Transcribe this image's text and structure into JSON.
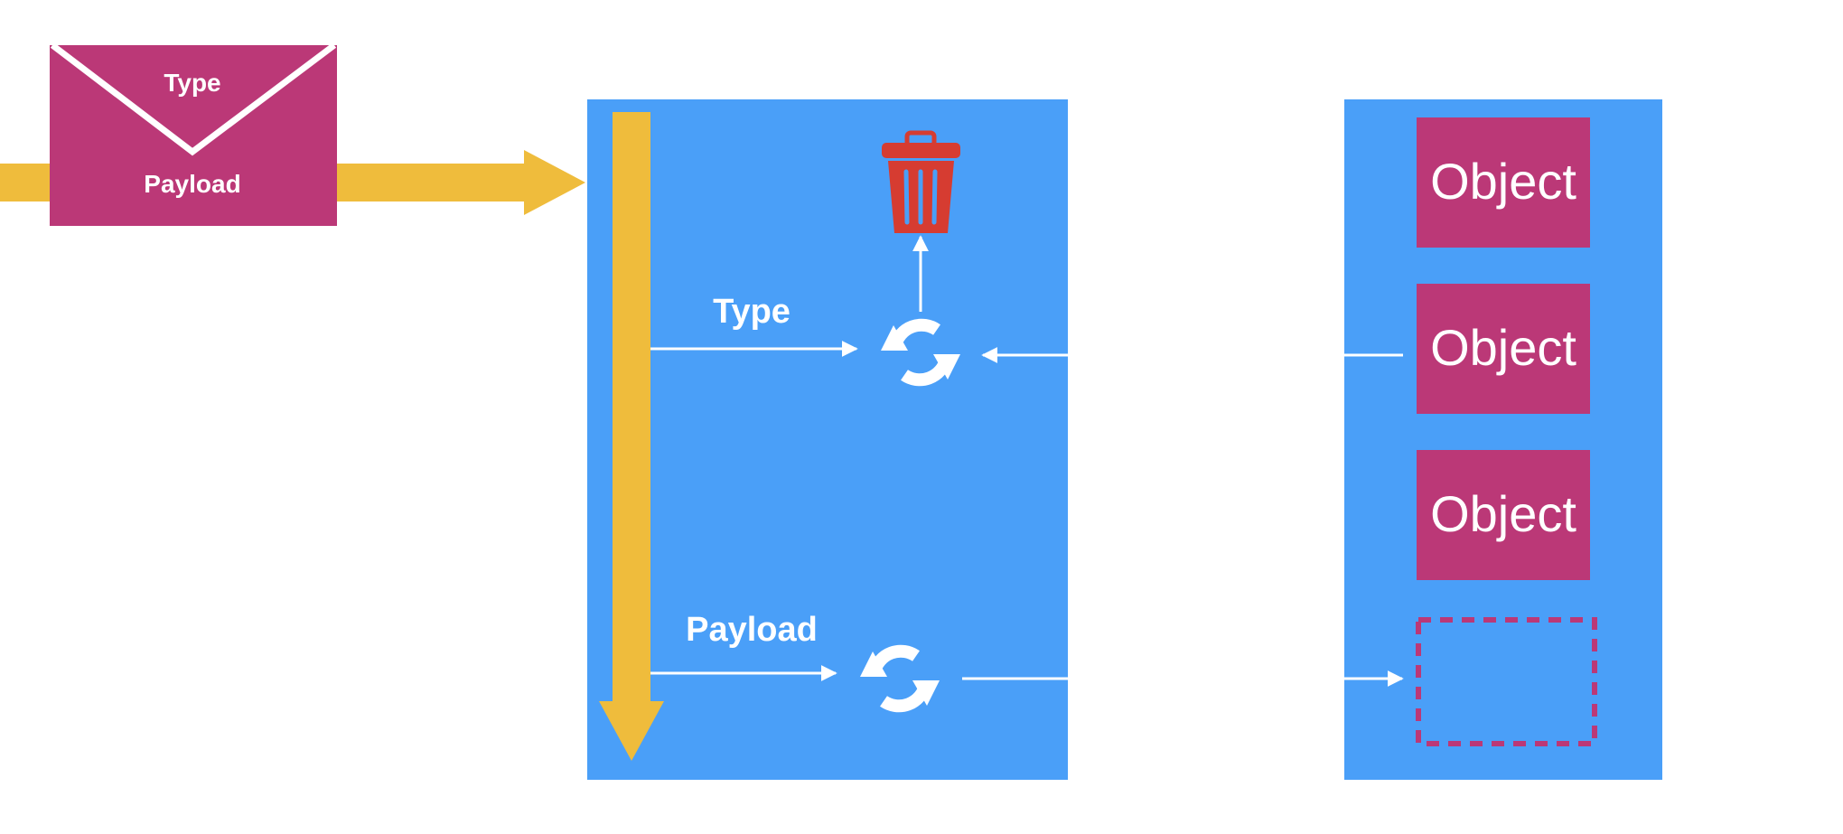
{
  "envelope": {
    "type_label": "Type",
    "payload_label": "Payload"
  },
  "processor": {
    "type_label": "Type",
    "payload_label": "Payload"
  },
  "store": {
    "objects": [
      "Object",
      "Object",
      "Object"
    ]
  },
  "icons": {
    "trash": "trash-icon",
    "sync": "refresh-icon"
  },
  "colors": {
    "blue": "#4a9ff8",
    "magenta": "#bb3877",
    "yellow": "#efbc3c",
    "red": "#d63c31",
    "white": "#ffffff"
  }
}
